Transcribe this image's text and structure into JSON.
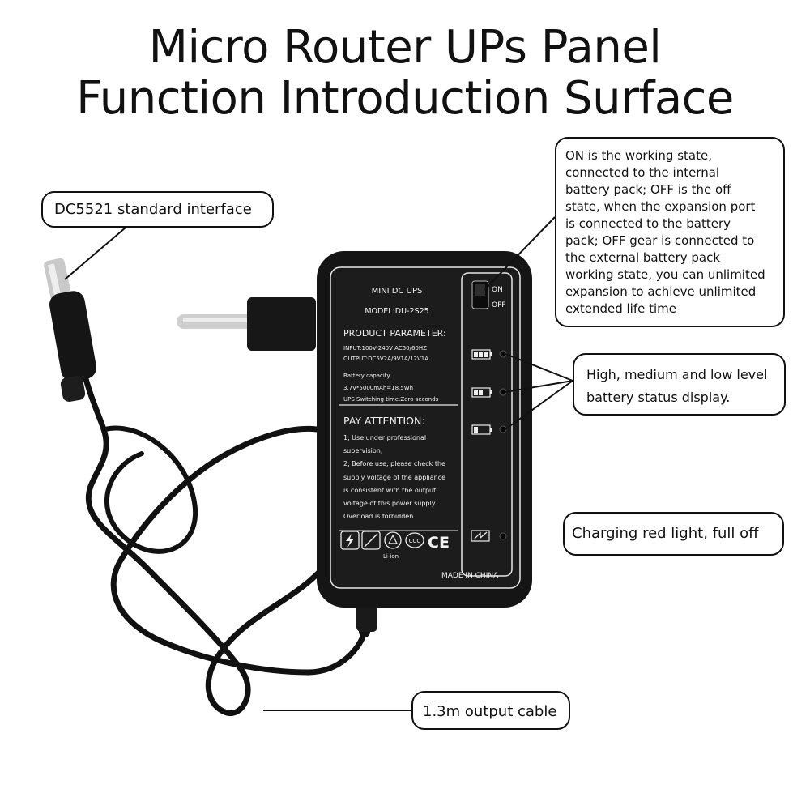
{
  "title": {
    "line1": "Micro Router UPs Panel",
    "line2": "Function Introduction Surface"
  },
  "callouts": {
    "dc_interface": "DC5521 standard interface",
    "switch_lines": [
      "ON is the working state,",
      "connected to the internal",
      "battery pack; OFF is the off",
      "state, when the expansion port",
      "is connected to the battery",
      "pack; OFF gear is connected to",
      "the external battery pack",
      "working state, you can unlimited",
      "expansion to achieve unlimited",
      "extended life time"
    ],
    "battery_lines": [
      "High, medium and low level",
      "battery status display."
    ],
    "charging": "Charging red light, full off",
    "cable": "1.3m output cable"
  },
  "panel": {
    "name": "MINI DC UPS",
    "model": "MODEL:DU-2S25",
    "param_heading": "PRODUCT PARAMETER:",
    "input": "INPUT:100V-240V AC50/60HZ",
    "output": "OUTPUT:DC5V2A/9V1A/12V1A",
    "capacity_label": "Battery capacity",
    "capacity_value": "3.7V*5000mAh=18.5Wh",
    "switching": "UPS Switching time:Zero seconds",
    "attention_heading": "PAY ATTENTION:",
    "attention_lines": [
      "1, Use under professional",
      "supervision;",
      "2, Before use, please check the",
      "supply voltage of the appliance",
      "is consistent with the output",
      "voltage of this power supply.",
      "Overload is forbidden."
    ],
    "on_label": "ON",
    "off_label": "OFF",
    "li_ion": "Li-ion",
    "made_in": "MADE IN CHINA"
  },
  "colors": {
    "device": "#161616",
    "panel_line": "#e8e8e8",
    "callout_border": "#111111"
  }
}
